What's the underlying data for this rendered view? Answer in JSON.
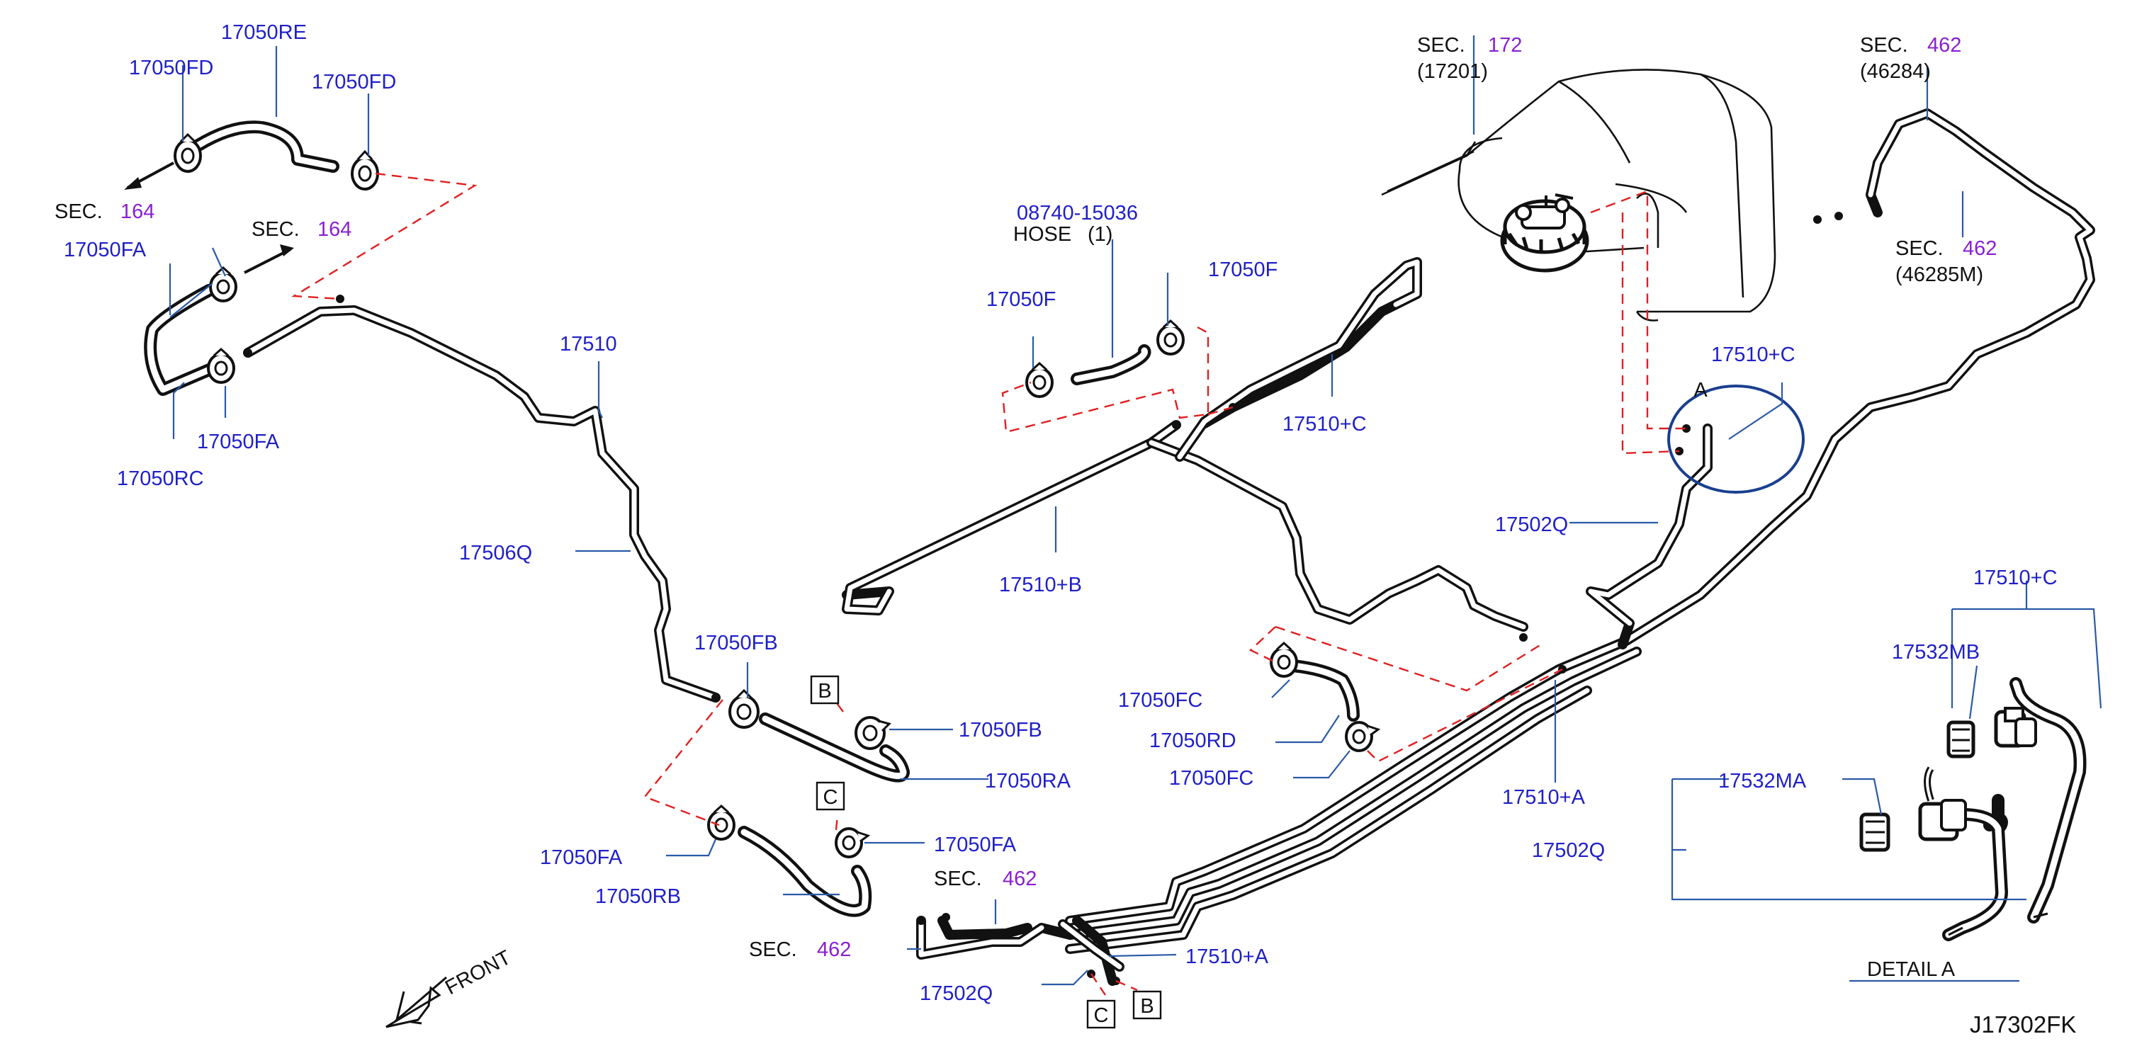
{
  "diagram_code": "J17302FK",
  "front_label": "FRONT",
  "detail_label": "DETAIL    A",
  "detail_circle_label": "A",
  "sec_prefix": "SEC.",
  "hose_label": "HOSE",
  "hose_qty": "(1)",
  "sections": {
    "s164a": "164",
    "s164b": "164",
    "s172": "172",
    "s172_code": "(17201)",
    "s462a": "462",
    "s462a_code": "(46284)",
    "s462b": "462",
    "s462b_code": "(46285M)",
    "s462c": "462",
    "s462d": "462"
  },
  "refs": {
    "b1": "B",
    "b2": "B",
    "c1": "C",
    "c2": "C"
  },
  "parts": {
    "p17050RE": "17050RE",
    "p17050FD_1": "17050FD",
    "p17050FD_2": "17050FD",
    "p17050FA_1": "17050FA",
    "p17050FA_2": "17050FA",
    "p17050RC": "17050RC",
    "p17510": "17510",
    "p17506Q": "17506Q",
    "p17050FB_1": "17050FB",
    "p17050FB_2": "17050FB",
    "p17050RA": "17050RA",
    "p17050FA_3": "17050FA",
    "p17050FA_4": "17050FA",
    "p17050RB": "17050RB",
    "p08740": "08740-15036",
    "p17050F_1": "17050F",
    "p17050F_2": "17050F",
    "p17510B": "17510+B",
    "p17510C_1": "17510+C",
    "p17510C_2": "17510+C",
    "p17510C_3": "17510+C",
    "p17502Q_1": "17502Q",
    "p17502Q_2": "17502Q",
    "p17502Q_3": "17502Q",
    "p17050FC_1": "17050FC",
    "p17050FC_2": "17050FC",
    "p17050RD": "17050RD",
    "p17510A_1": "17510+A",
    "p17510A_2": "17510+A",
    "p17532MB": "17532MB",
    "p17532MA": "17532MA"
  },
  "colors": {
    "part_label": "#2020c8",
    "section_number": "#8a1fd1",
    "leader_line": "#2a5aa8",
    "dashed_link": "#e02020",
    "detail_circle": "#1a3f8f"
  }
}
